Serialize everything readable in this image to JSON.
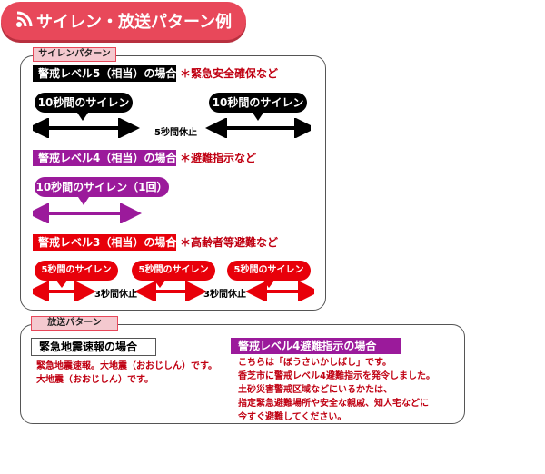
{
  "header": {
    "title": "サイレン・放送パターン例"
  },
  "siren": {
    "tab": "サイレンパターン",
    "l5": {
      "label": "警戒レベル5（相当）の場合",
      "note": "＊緊急安全確保など",
      "bubble1": "10秒間のサイレン",
      "bubble2": "10秒間のサイレン",
      "rest": "5秒間休止"
    },
    "l4": {
      "label": "警戒レベル4（相当）の場合",
      "note": "＊避難指示など",
      "bubble": "10秒間のサイレン（1回）"
    },
    "l3": {
      "label": "警戒レベル3（相当）の場合",
      "note": "＊高齢者等避難など",
      "bubble1": "5秒間のサイレン",
      "bubble2": "5秒間のサイレン",
      "bubble3": "5秒間のサイレン",
      "rest1": "3秒間休止",
      "rest2": "3秒間休止"
    }
  },
  "broadcast": {
    "tab": "放送パターン",
    "eq": {
      "title": "緊急地震速報の場合",
      "lines": [
        "緊急地震速報。大地震（おおじしん）です。",
        "大地震（おおじしん）です。"
      ]
    },
    "l4": {
      "title": "警戒レベル4避難指示の場合",
      "lines": [
        "こちらは「ぼうさいかしばし」です。",
        "香芝市に警戒レベル4避難指示を発令しました。",
        "土砂災害警戒区域などにいるかたは、",
        "指定緊急避難場所や安全な親戚、知人宅などに",
        "今すぐ避難してください。"
      ]
    }
  },
  "colors": {
    "red": "#e8000a",
    "purple": "#9b1a9b",
    "black": "#000000",
    "banner": "#e8485a"
  }
}
